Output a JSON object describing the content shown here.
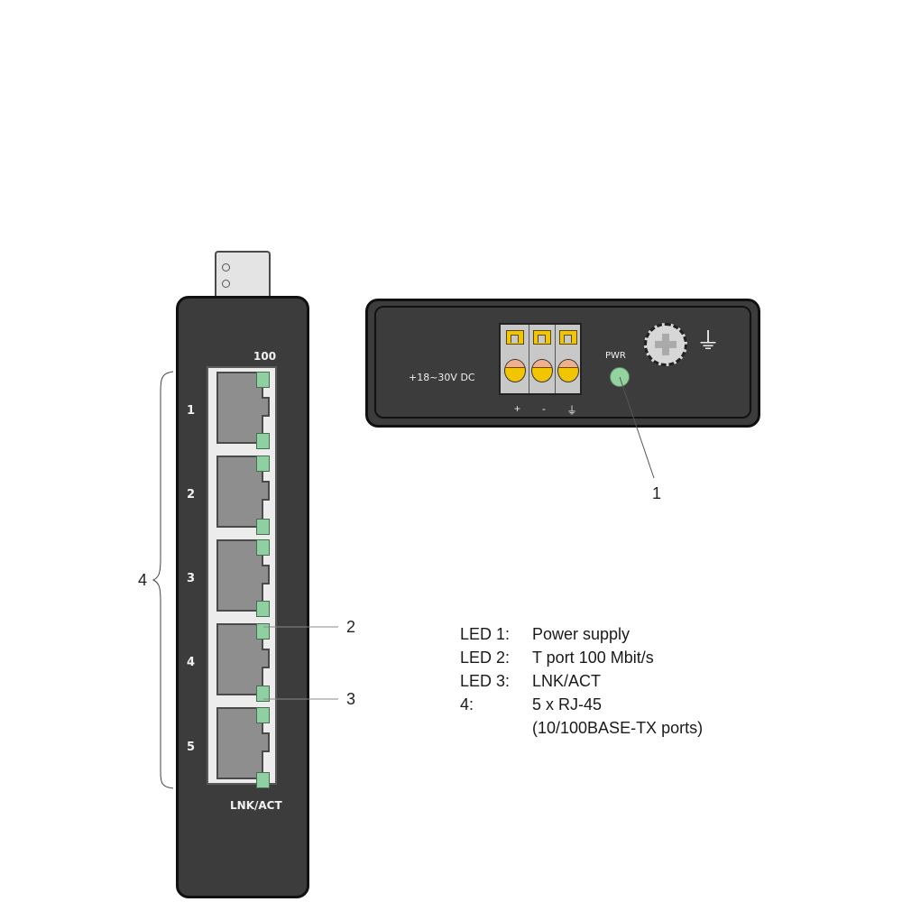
{
  "front_panel": {
    "header_label": "100",
    "footer_label": "LNK/ACT",
    "ports": [
      {
        "number": "1"
      },
      {
        "number": "2"
      },
      {
        "number": "3"
      },
      {
        "number": "4"
      },
      {
        "number": "5"
      }
    ],
    "led_color": "#8fd0a2",
    "body_color": "#3c3c3c"
  },
  "top_panel": {
    "voltage_label": "+18~30V DC",
    "pwr_label": "PWR",
    "terminal_symbols": [
      "+",
      "-",
      "⏚"
    ],
    "ground_symbol": "⏚",
    "pwr_led_color": "#92d3a0",
    "terminal_color": "#f3c400"
  },
  "callouts": {
    "c1": "1",
    "c2": "2",
    "c3": "3",
    "c4": "4"
  },
  "legend": [
    {
      "key": "LED 1:",
      "value": "Power supply"
    },
    {
      "key": "LED 2:",
      "value": "T port 100 Mbit/s"
    },
    {
      "key": "LED 3:",
      "value": "LNK/ACT"
    },
    {
      "key": "4:",
      "value": "5 x RJ-45"
    },
    {
      "key": "",
      "value": "(10/100BASE-TX ports)"
    }
  ]
}
